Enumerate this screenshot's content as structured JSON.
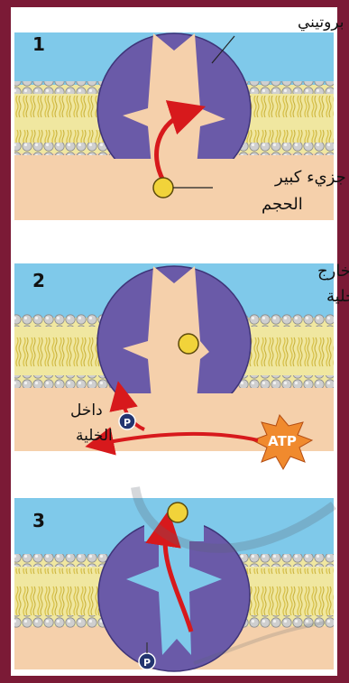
{
  "panels": [
    {
      "number": "1",
      "labels": {
        "protein": "حامل بروتيني",
        "molecule_line1": "جزيء كبير",
        "molecule_line2": "الحجم"
      }
    },
    {
      "number": "2",
      "labels": {
        "outside_line1": "خارج",
        "outside_line2": "الخلية",
        "inside_line1": "داخل",
        "inside_line2": "الخلية",
        "atp": "ATP",
        "phosphate": "P"
      }
    },
    {
      "number": "3",
      "labels": {
        "phosphate": "P"
      }
    }
  ],
  "colors": {
    "frame": "#7b1a36",
    "extracellular": "#7fc9ea",
    "cytoplasm": "#f5d0ab",
    "lipid_head": "#c9c9c9",
    "lipid_tail": "#e8d86a",
    "protein": "#6a5aa8",
    "arrow": "#d7191c",
    "molecule": "#f1d33a",
    "atp_burst": "#f08a2e",
    "phosphate": "#23356f"
  },
  "icons": [
    "phosphate-icon",
    "atp-burst-icon",
    "molecule-icon"
  ]
}
